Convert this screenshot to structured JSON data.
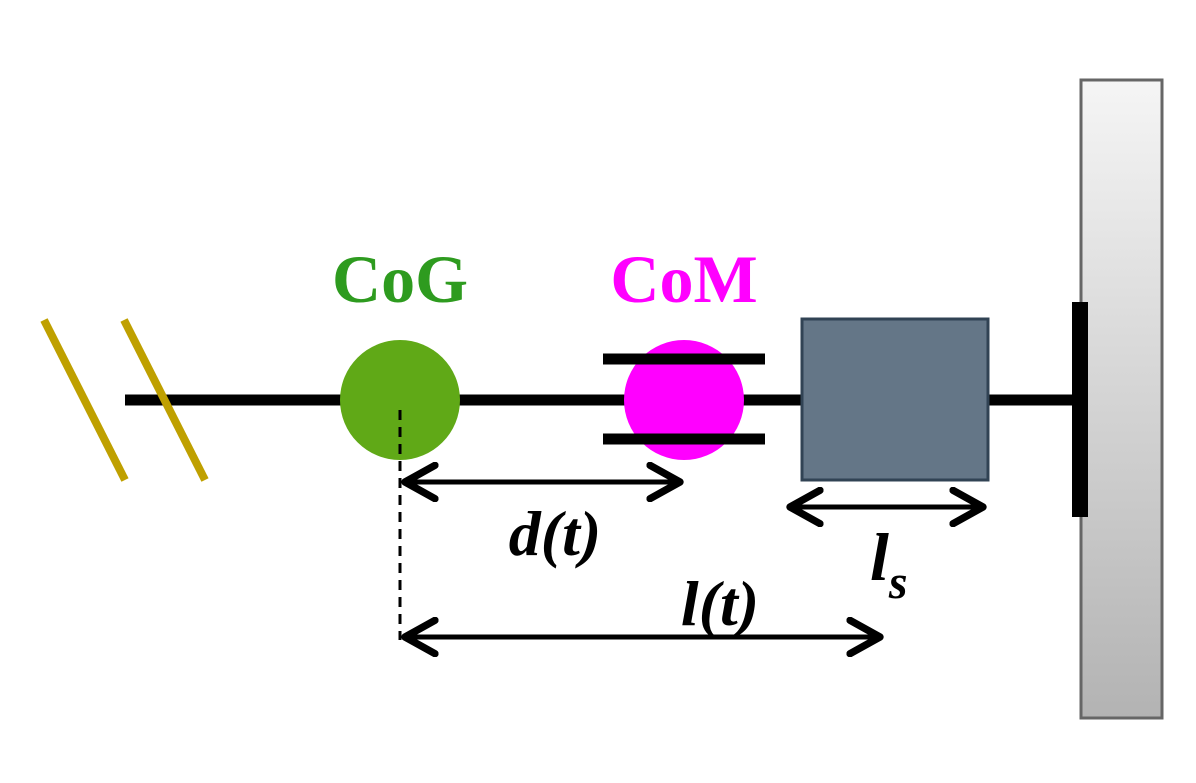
{
  "labels": {
    "cog": "CoG",
    "com": "CoM",
    "d": "d(t)",
    "l": "l(t)",
    "ls_main": "l",
    "ls_sub": "s"
  },
  "colors": {
    "cog": "#60A917",
    "cog_text": "#2E9B1F",
    "com": "#FF00FF",
    "hatch": "#BFA000",
    "block_fill": "#647687",
    "block_stroke": "#314354",
    "wall_top": "#F5F5F5",
    "wall_bottom": "#B3B3B3",
    "wall_stroke": "#666666",
    "line": "#000000"
  },
  "icons": {
    "break_mark": "double-slash-break-icon",
    "arrow": "double-headed-arrow-icon"
  }
}
